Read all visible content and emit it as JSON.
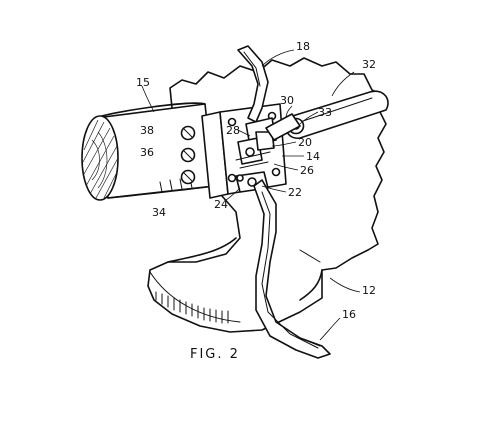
{
  "figure": {
    "caption": "FIG. 2",
    "labels": {
      "l12": "12",
      "l14": "14",
      "l15": "15",
      "l16": "16",
      "l18": "18",
      "l20": "20",
      "l22": "22",
      "l24": "24",
      "l26": "26",
      "l28": "28",
      "l30": "30",
      "l32": "32",
      "l33": "33",
      "l34": "34",
      "l36": "36",
      "l38": "38"
    }
  }
}
